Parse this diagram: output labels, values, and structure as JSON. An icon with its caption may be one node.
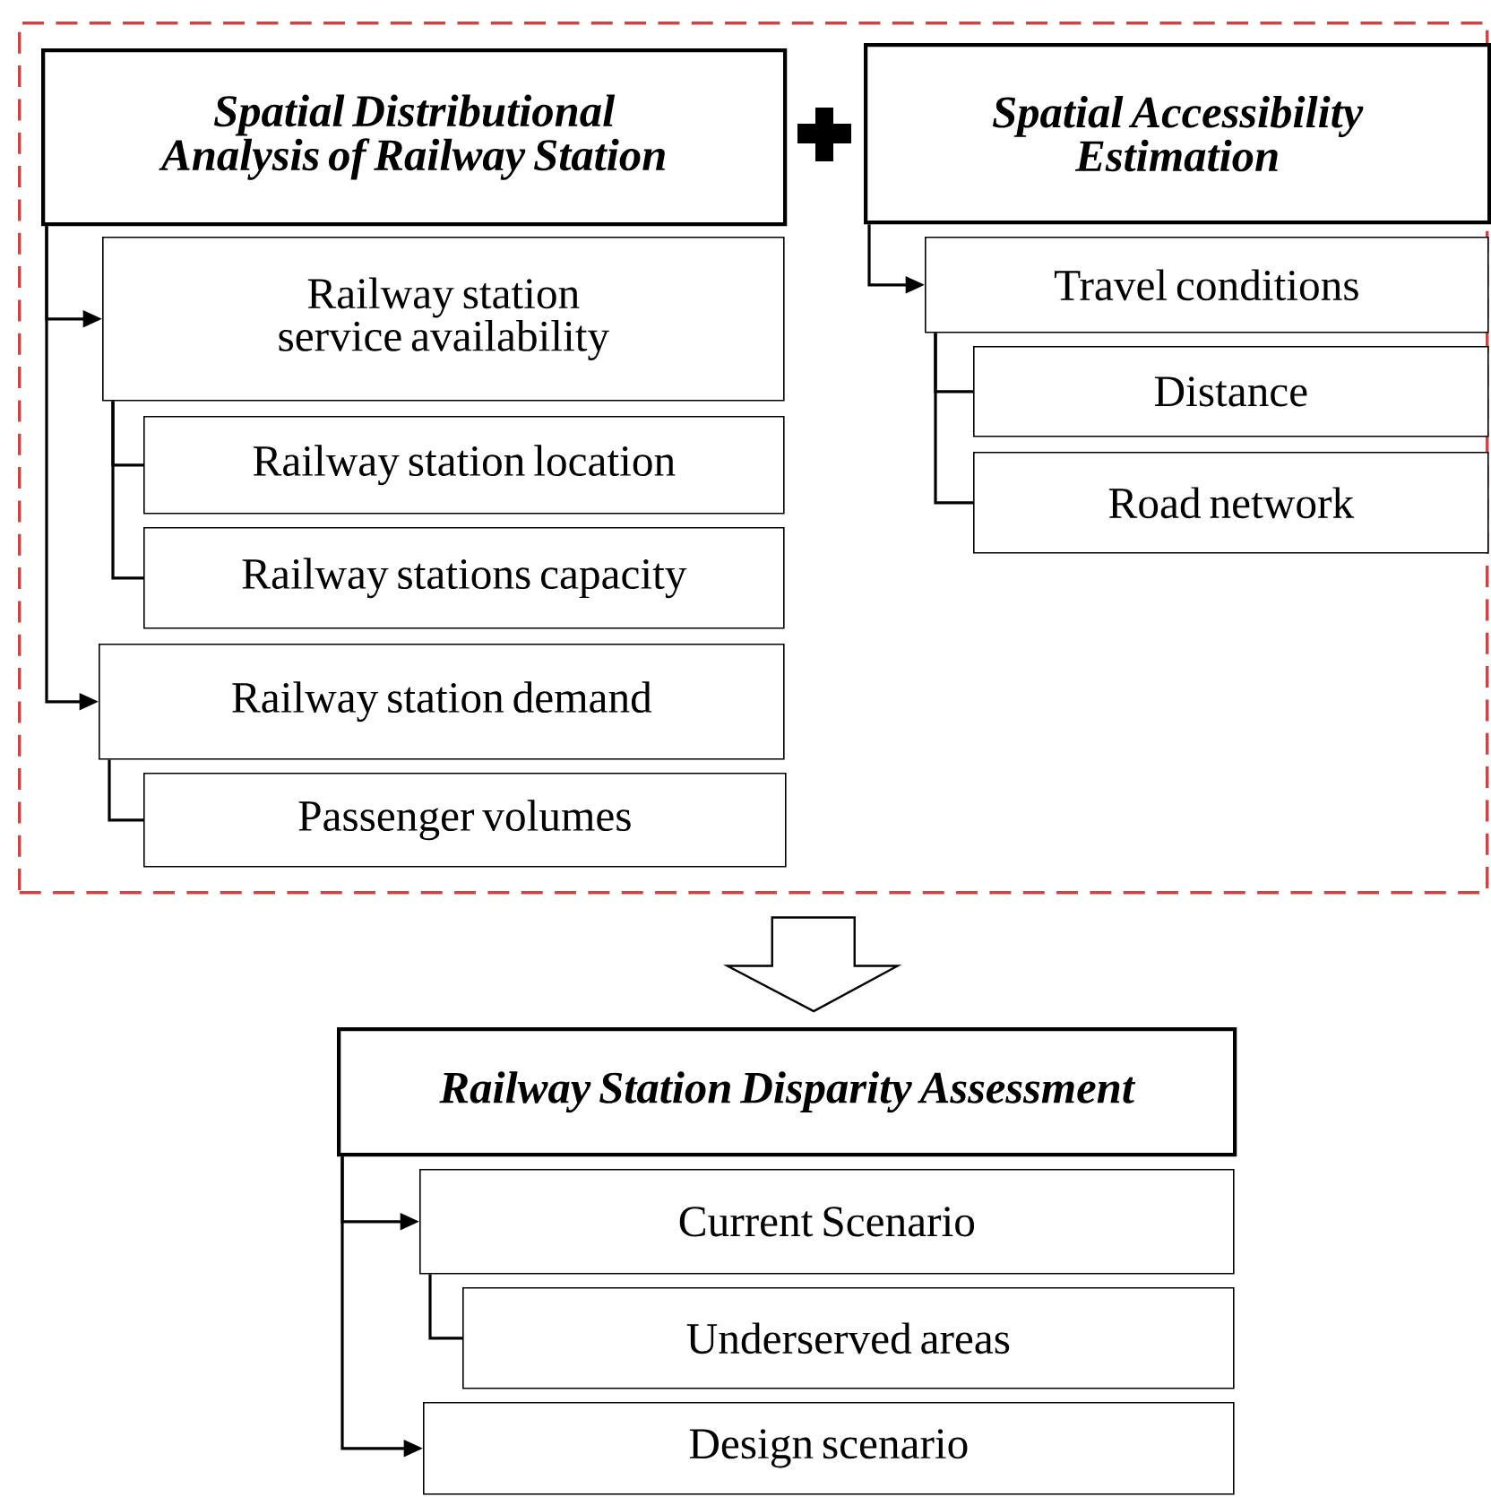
{
  "diagram": {
    "nodes": [
      {
        "text": [],
        "shape": "box"
      },
      {
        "text": [
          "Spatial Distributional Analysis of Railway Station"
        ],
        "in": 0
      },
      {
        "text": [
          "Railway station service availability"
        ],
        "in": 0
      },
      {
        "text": [
          "Railway station location"
        ],
        "in": 0
      },
      {
        "text": [
          "Railway stations capacity"
        ],
        "in": 0
      },
      {
        "text": [
          "Railway station demand"
        ],
        "in": 0
      },
      {
        "text": [
          "Passenger volumes"
        ],
        "in": 0
      },
      {
        "text": [
          "Spatial Accessibility Estimation"
        ],
        "in": 0
      },
      {
        "text": [
          "Travel conditions"
        ],
        "in": 0
      },
      {
        "text": [
          "Distance"
        ],
        "in": 0
      },
      {
        "text": [
          "Road network"
        ],
        "in": 0
      },
      {
        "text": [
          "Railway Station Disparity Assessment"
        ]
      },
      {
        "text": [
          "Current Scenario"
        ]
      },
      {
        "text": [
          "Underserved areas"
        ]
      },
      {
        "text": [
          "Design scenario"
        ]
      }
    ],
    "edges": [
      {
        "from": 1,
        "to": 2,
        "arrow": "to"
      },
      {
        "from": 1,
        "to": 5,
        "arrow": "to"
      },
      {
        "from": 2,
        "to": 3,
        "arrow": "none"
      },
      {
        "from": 2,
        "to": 4,
        "arrow": "none"
      },
      {
        "from": 5,
        "to": 6,
        "arrow": "none"
      },
      {
        "from": 7,
        "to": 8,
        "arrow": "to"
      },
      {
        "from": 8,
        "to": 9,
        "arrow": "none"
      },
      {
        "from": 8,
        "to": 10,
        "arrow": "none"
      },
      {
        "from": 0,
        "to": 11,
        "arrow": "to",
        "style": "thick"
      },
      {
        "from": 11,
        "to": 12,
        "arrow": "to"
      },
      {
        "from": 11,
        "to": 14,
        "arrow": "to"
      },
      {
        "from": 12,
        "to": 13,
        "arrow": "none"
      }
    ]
  }
}
